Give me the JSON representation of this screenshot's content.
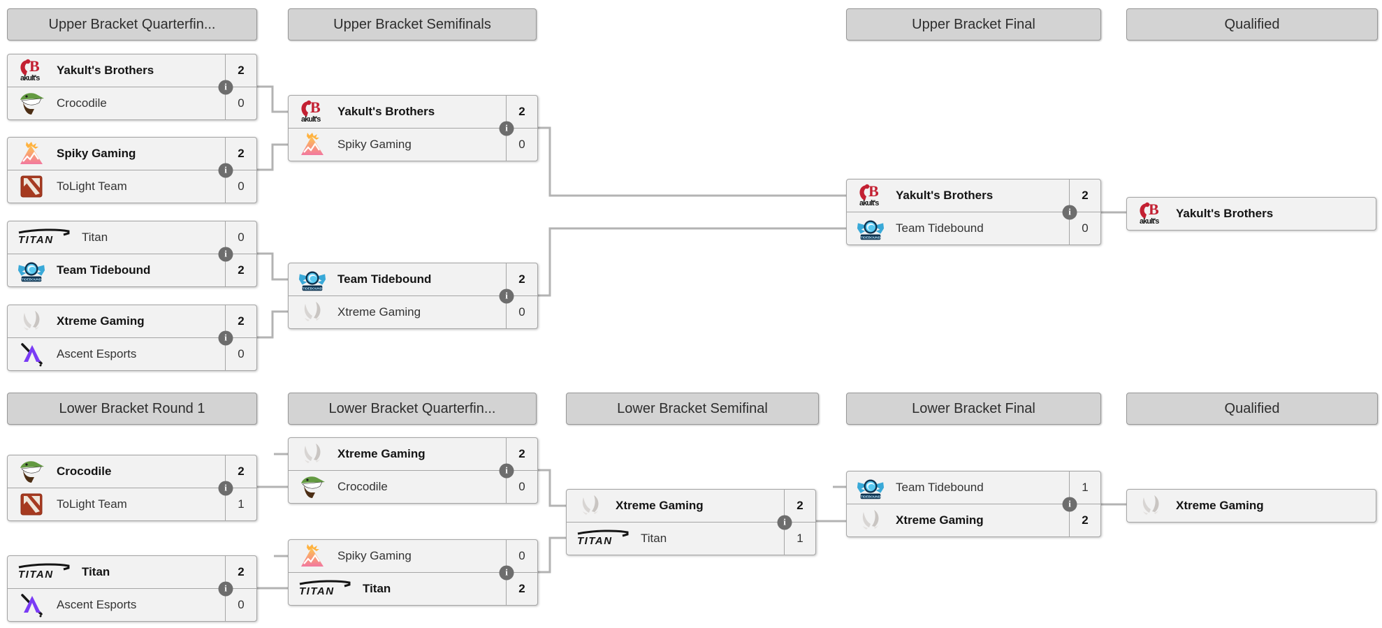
{
  "colors": {
    "header_bg": "#d3d3d3",
    "box_bg": "#f2f2f2",
    "box_border": "#a5a5a5",
    "connector": "#b3b3b3",
    "info_icon_bg": "#6d6d6d",
    "winner_text": "#141414",
    "loser_text": "#333333",
    "yakults_red": "#c32032",
    "tidebound_blue": "#39a9d8",
    "ascent_purple": "#7a3bf5",
    "tolight_red": "#a63a20"
  },
  "headers": {
    "ub_quarterfinals": "Upper Bracket Quarterfin...",
    "ub_semifinals": "Upper Bracket Semifinals",
    "ub_final": "Upper Bracket Final",
    "qualified_upper": "Qualified",
    "lb_round1": "Lower Bracket Round 1",
    "lb_quarterfinals": "Lower Bracket Quarterfin...",
    "lb_semifinal": "Lower Bracket Semifinal",
    "lb_final": "Lower Bracket Final",
    "qualified_lower": "Qualified"
  },
  "icons": {
    "info": "i",
    "team_logos": [
      "yakults-brothers",
      "crocodile",
      "spiky-gaming",
      "tolight-team",
      "titan",
      "team-tidebound",
      "xtreme-gaming",
      "ascent-esports"
    ]
  },
  "matches": {
    "ub_qf1": {
      "top": {
        "team": "Yakult's Brothers",
        "score": "2"
      },
      "bottom": {
        "team": "Crocodile",
        "score": "0"
      }
    },
    "ub_qf2": {
      "top": {
        "team": "Spiky Gaming",
        "score": "2"
      },
      "bottom": {
        "team": "ToLight Team",
        "score": "0"
      }
    },
    "ub_qf3": {
      "top": {
        "team": "Titan",
        "score": "0"
      },
      "bottom": {
        "team": "Team Tidebound",
        "score": "2"
      }
    },
    "ub_qf4": {
      "top": {
        "team": "Xtreme Gaming",
        "score": "2"
      },
      "bottom": {
        "team": "Ascent Esports",
        "score": "0"
      }
    },
    "ub_sf1": {
      "top": {
        "team": "Yakult's Brothers",
        "score": "2"
      },
      "bottom": {
        "team": "Spiky Gaming",
        "score": "0"
      }
    },
    "ub_sf2": {
      "top": {
        "team": "Team Tidebound",
        "score": "2"
      },
      "bottom": {
        "team": "Xtreme Gaming",
        "score": "0"
      }
    },
    "ub_final": {
      "top": {
        "team": "Yakult's Brothers",
        "score": "2"
      },
      "bottom": {
        "team": "Team Tidebound",
        "score": "0"
      }
    },
    "lb_r1m1": {
      "top": {
        "team": "Crocodile",
        "score": "2"
      },
      "bottom": {
        "team": "ToLight Team",
        "score": "1"
      }
    },
    "lb_r1m2": {
      "top": {
        "team": "Titan",
        "score": "2"
      },
      "bottom": {
        "team": "Ascent Esports",
        "score": "0"
      }
    },
    "lb_qf1": {
      "top": {
        "team": "Xtreme Gaming",
        "score": "2"
      },
      "bottom": {
        "team": "Crocodile",
        "score": "0"
      }
    },
    "lb_qf2": {
      "top": {
        "team": "Spiky Gaming",
        "score": "0"
      },
      "bottom": {
        "team": "Titan",
        "score": "2"
      }
    },
    "lb_sf": {
      "top": {
        "team": "Xtreme Gaming",
        "score": "2"
      },
      "bottom": {
        "team": "Titan",
        "score": "1"
      }
    },
    "lb_final": {
      "top": {
        "team": "Team Tidebound",
        "score": "1"
      },
      "bottom": {
        "team": "Xtreme Gaming",
        "score": "2"
      }
    }
  },
  "qualified": {
    "upper": {
      "team": "Yakult's Brothers"
    },
    "lower": {
      "team": "Xtreme Gaming"
    }
  }
}
